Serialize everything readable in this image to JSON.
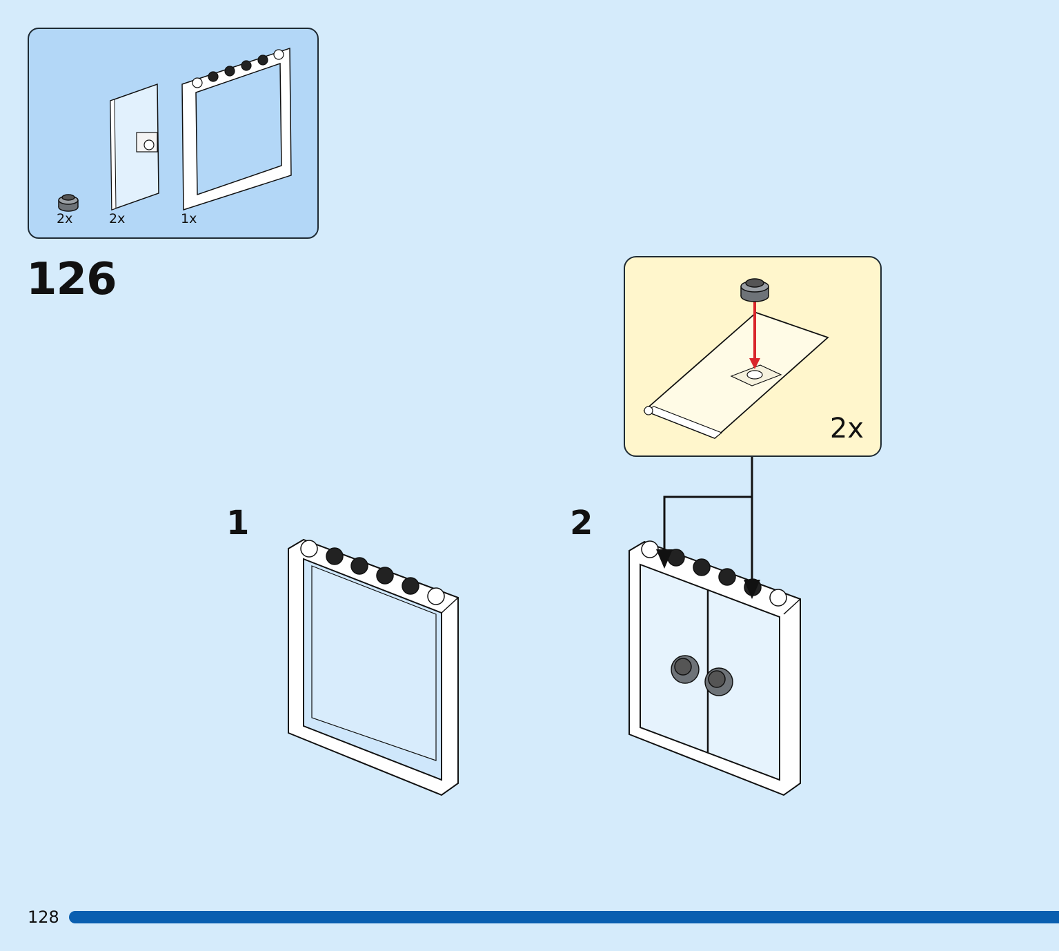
{
  "page_number": "128",
  "step": {
    "number": "126",
    "parts": [
      {
        "name": "round-plate-1x1-dark-gray",
        "qty": "2x"
      },
      {
        "name": "door-pane-transparent",
        "qty": "2x"
      },
      {
        "name": "window-frame-1x6x6-white",
        "qty": "1x"
      }
    ],
    "callout_qty": "2x",
    "substeps": [
      "1",
      "2"
    ]
  },
  "colors": {
    "background": "#d5ebfb",
    "parts_panel": "#b3d7f7",
    "callout": "#fff6cc",
    "arrow_red": "#d9262c",
    "page_bar": "#0a5fb0"
  }
}
